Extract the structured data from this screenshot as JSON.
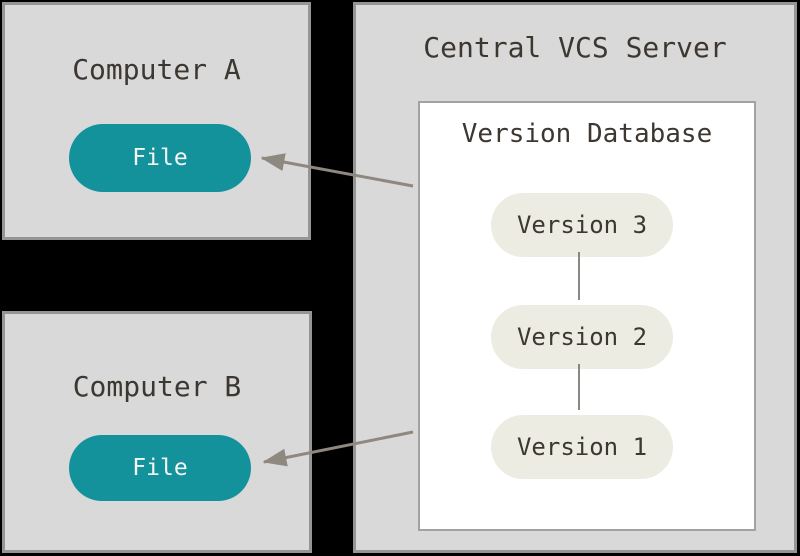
{
  "computer_a": {
    "title": "Computer A",
    "file_label": "File"
  },
  "computer_b": {
    "title": "Computer B",
    "file_label": "File"
  },
  "server": {
    "title": "Central VCS Server",
    "database": {
      "title": "Version Database",
      "versions": [
        "Version 3",
        "Version 2",
        "Version 1"
      ]
    }
  },
  "colors": {
    "background": "#000000",
    "box_fill": "#d9d9d9",
    "box_border": "#959595",
    "database_fill": "#ffffff",
    "database_border": "#a2a2a2",
    "file_pill": "#14929c",
    "file_text": "#f5f5f3",
    "version_pill": "#edece3",
    "text": "#3d3732",
    "arrow": "#8f8880",
    "connector": "#6e6a65"
  }
}
